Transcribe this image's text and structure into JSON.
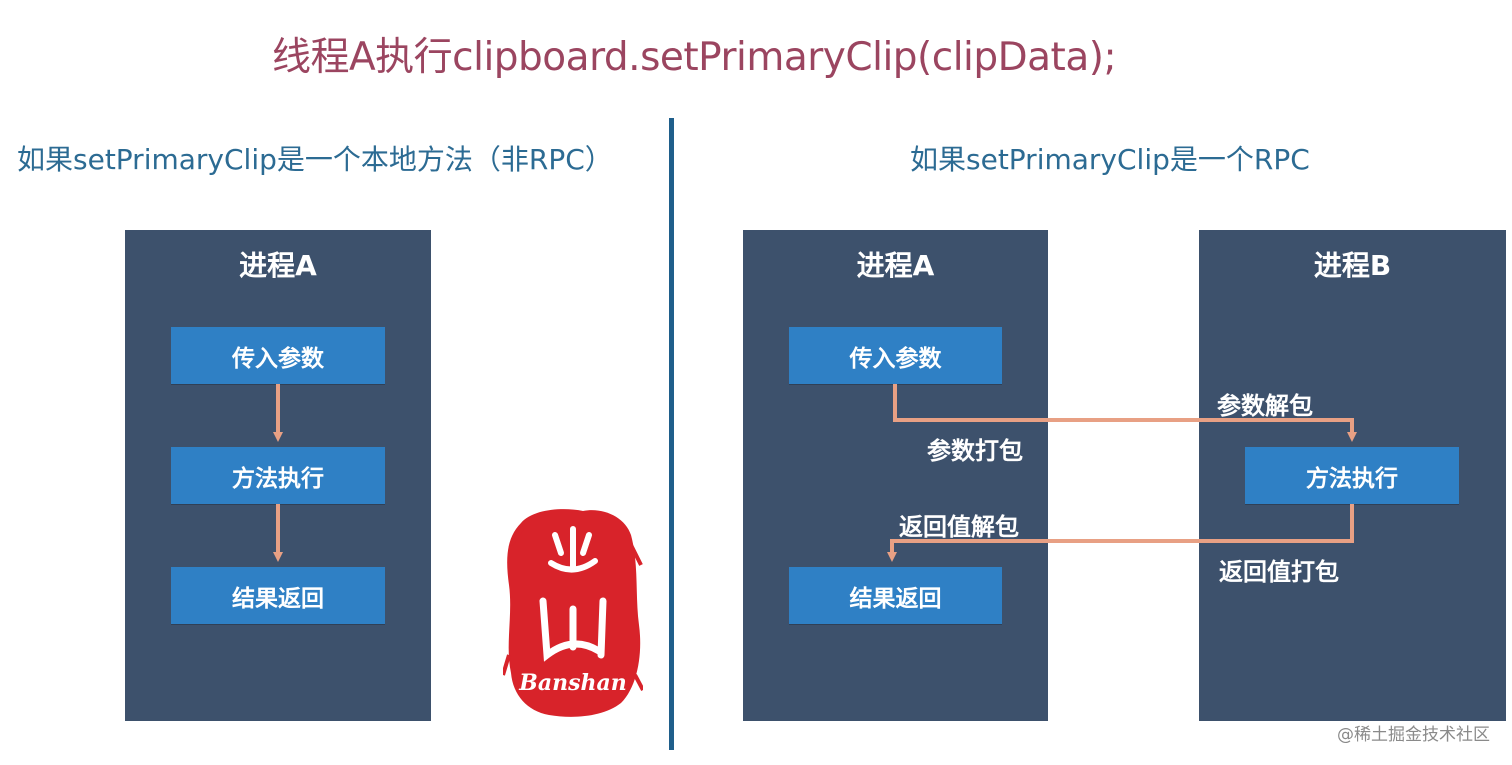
{
  "title": "线程A执行clipboard.setPrimaryClip(clipData);",
  "left": {
    "heading": "如果setPrimaryClip是一个本地方法（非RPC）",
    "process_label": "进程A",
    "steps": [
      "传入参数",
      "方法执行",
      "结果返回"
    ]
  },
  "right": {
    "heading": "如果setPrimaryClip是一个RPC",
    "process_a": {
      "label": "进程A",
      "steps": [
        "传入参数",
        "结果返回"
      ]
    },
    "process_b": {
      "label": "进程B",
      "steps": [
        "方法执行"
      ]
    },
    "labels": {
      "pack_params": "参数打包",
      "unpack_params": "参数解包",
      "pack_return": "返回值打包",
      "unpack_return": "返回值解包"
    }
  },
  "seal": {
    "text": "Banshan"
  },
  "watermark": "@稀土掘金技术社区",
  "colors": {
    "title": "#9b4560",
    "heading": "#2c6b93",
    "panel": "#3d516c",
    "step": "#2f80c5",
    "arrow": "#e8a084",
    "divider": "#1f5f8b",
    "seal": "#d8232a"
  }
}
